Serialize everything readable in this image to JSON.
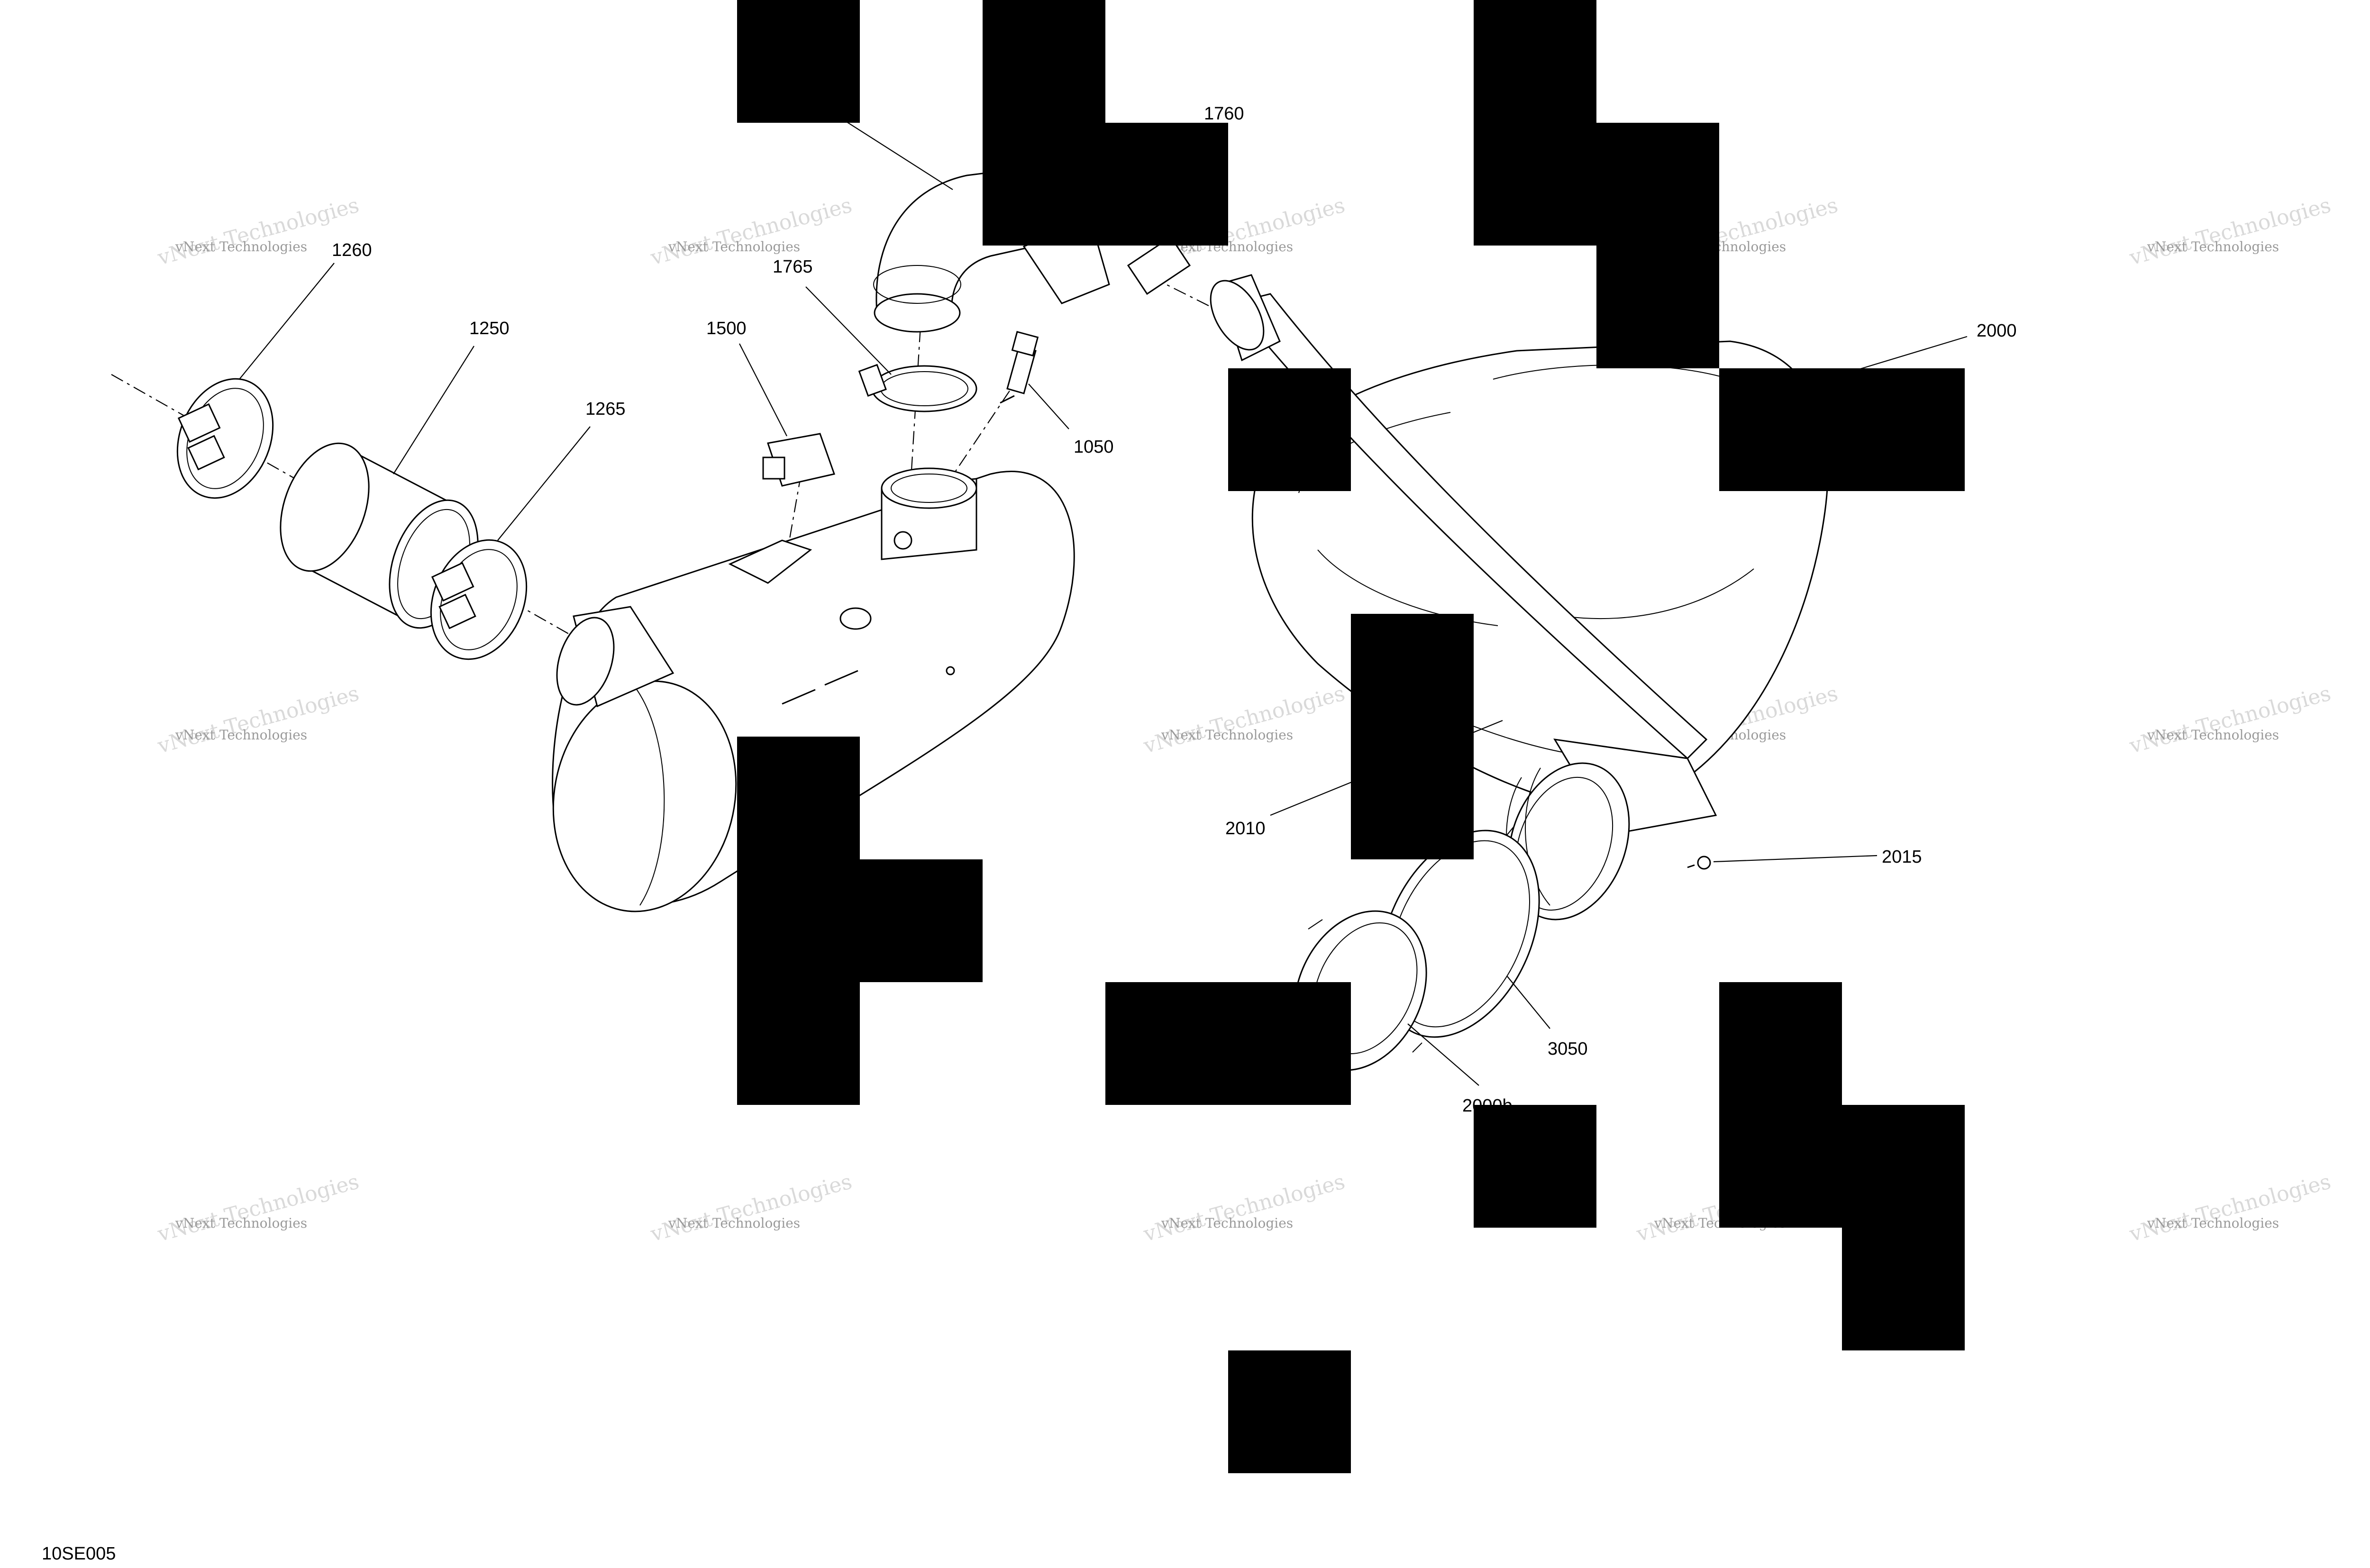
{
  "figure_code": "10SE005",
  "watermark": {
    "line1": "vNext Technologies",
    "line2": "vNext Technologies"
  },
  "callouts": {
    "c1260": "1260",
    "c1250": "1250",
    "c1265": "1265",
    "c1500": "1500",
    "c1765": "1765",
    "c1760": "1760",
    "c1050": "1050",
    "c2000": "2000",
    "c2010": "2010",
    "c2015": "2015",
    "c3050": "3050",
    "c2000b": "2000b"
  }
}
